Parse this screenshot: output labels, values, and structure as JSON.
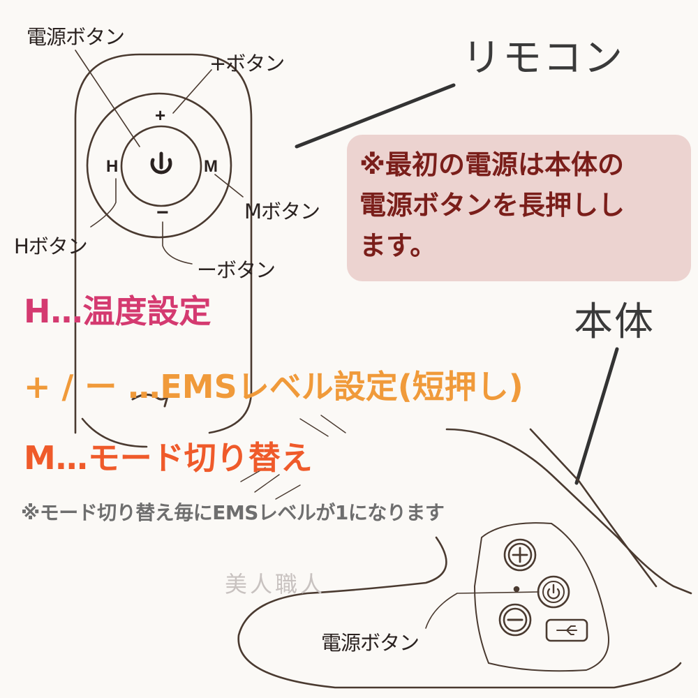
{
  "remote": {
    "title": "リモコン",
    "labels": {
      "power_button": "電源ボタン",
      "plus_button": "+ボタン",
      "m_button": "Mボタン",
      "h_button": "Hボタン",
      "minus_button": "ーボタン"
    },
    "button_glyphs": {
      "plus": "+",
      "minus": "−",
      "h": "H",
      "m": "M"
    }
  },
  "note": {
    "lines": [
      "※最初の電源は本体の",
      "電源ボタンを長押しし",
      "ます。"
    ]
  },
  "body_unit": {
    "title": "本体",
    "power_button_label": "電源ボタン"
  },
  "legend": {
    "h": "H…温度設定",
    "plus_minus": "+ / ー …EMSレベル設定(短押し)",
    "m": "M…モード切り替え"
  },
  "footnote": "※モード切り替え毎にEMSレベルが1になります",
  "watermark": "美人職人",
  "colors": {
    "legend_h": "#d43a70",
    "legend_plus_minus": "#f09a3a",
    "legend_m": "#ef5a2a",
    "note_background": "#ecd3d0",
    "note_text": "#7a1e1a",
    "line_art": "#4a3a30"
  }
}
